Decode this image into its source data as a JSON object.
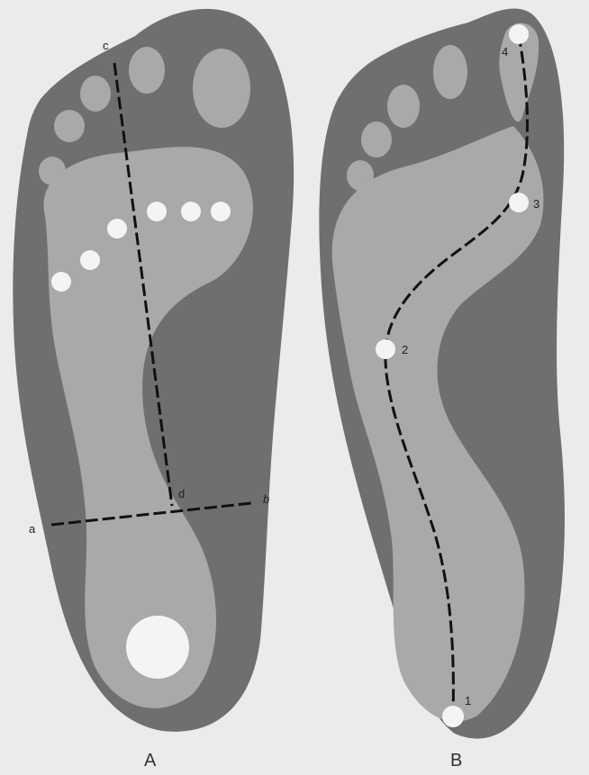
{
  "colors": {
    "background": "#ebebeb",
    "foot_outer": "#6f6f6f",
    "foot_inner": "#a9a9a9",
    "point_marker": "#f4f4f4",
    "dashed_line": "#111111"
  },
  "panel_a": {
    "label": "A",
    "line_labels": {
      "a": "a",
      "b": "b",
      "c": "c",
      "d": "d"
    }
  },
  "panel_b": {
    "label": "B",
    "points": [
      "1",
      "2",
      "3",
      "4"
    ]
  }
}
